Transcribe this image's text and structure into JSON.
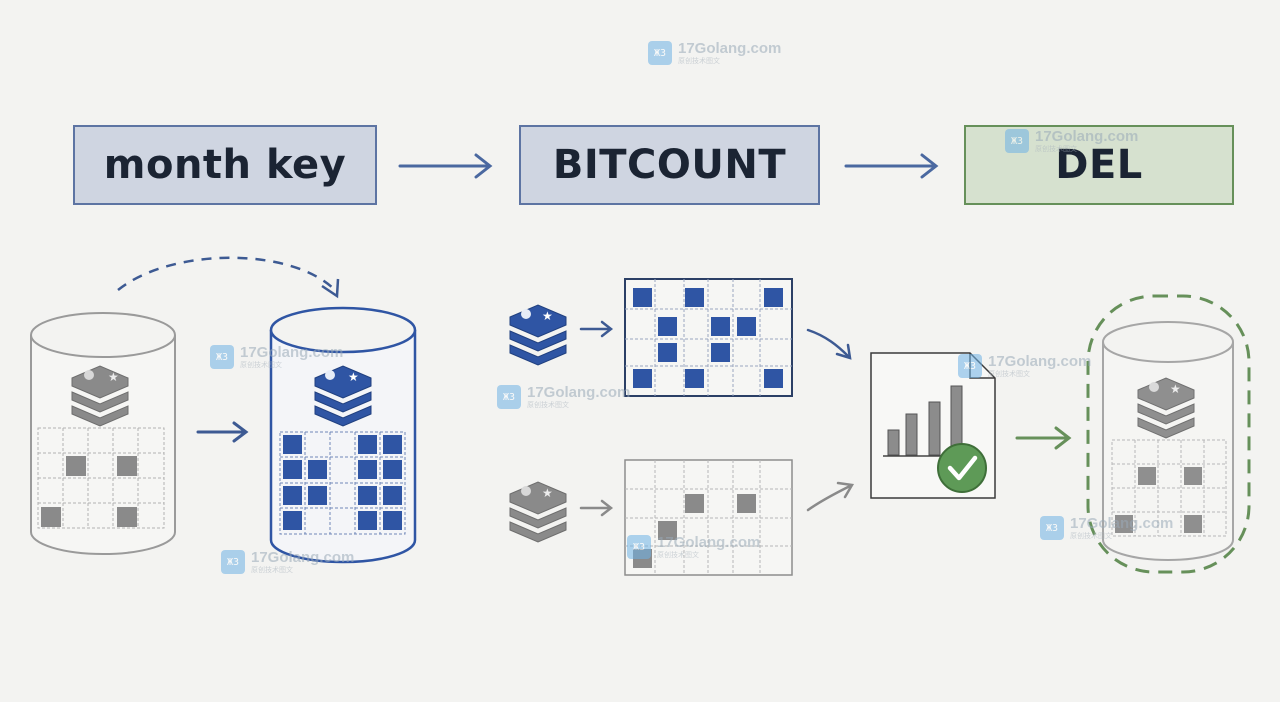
{
  "steps": [
    {
      "label": "month key",
      "color": "#cfd5e1",
      "border": "#5d74a3"
    },
    {
      "label": "BITCOUNT",
      "color": "#cfd5e1",
      "border": "#5d74a3"
    },
    {
      "label": "DEL",
      "color": "#d6e1cf",
      "border": "#66905a"
    }
  ],
  "colors": {
    "blue": "#2f55a4",
    "gray": "#8a8a8a",
    "green": "#66905a",
    "check": "#5e9a57"
  },
  "icons": {
    "redis": "redis-icon",
    "report": "report-chart-icon",
    "check": "check-icon",
    "arrow": "arrow-right-icon"
  },
  "watermark": {
    "logo": "ЖЗ",
    "text": "17Golang.com",
    "subtext": "原创技术图文"
  }
}
